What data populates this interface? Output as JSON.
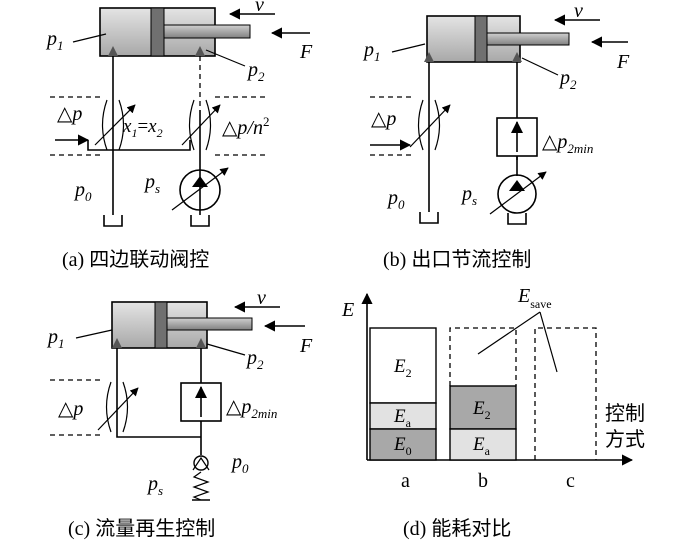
{
  "panels": {
    "a": {
      "caption": "(a) 四边联动阀控",
      "p1": "p",
      "p1_sub": "1",
      "p2": "p",
      "p2_sub": "2",
      "v": "v",
      "F": "F",
      "dp": "△p",
      "eq_x1": "x",
      "eq_x1_sub": "1",
      "eq_eq": "=",
      "eq_x2": "x",
      "eq_x2_sub": "2",
      "dp_n2_a": "△p/n",
      "dp_n2_b": "2",
      "p0": "p",
      "p0_sub": "0",
      "ps": "p",
      "ps_sub": "s"
    },
    "b": {
      "caption": "(b) 出口节流控制",
      "p1": "p",
      "p1_sub": "1",
      "p2": "p",
      "p2_sub": "2",
      "v": "v",
      "F": "F",
      "dp": "△p",
      "dp2min": "△p",
      "dp2min_sub": "2min",
      "p0": "p",
      "p0_sub": "0",
      "ps": "p",
      "ps_sub": "s"
    },
    "c": {
      "caption": "(c) 流量再生控制",
      "p1": "p",
      "p1_sub": "1",
      "p2": "p",
      "p2_sub": "2",
      "v": "v",
      "F": "F",
      "dp": "△p",
      "dp2min": "△p",
      "dp2min_sub": "2min",
      "ps": "p",
      "ps_sub": "s",
      "p0": "p",
      "p0_sub": "0"
    },
    "d": {
      "caption": "(d) 能耗对比",
      "e_axis": "E",
      "esave": "E",
      "esave_sub": "save",
      "e2": "E",
      "e2_sub": "2",
      "ea": "E",
      "ea_sub": "a",
      "e0": "E",
      "e0_sub": "0",
      "axis_label_line1": "控制",
      "axis_label_line2": "方式",
      "cat_a": "a",
      "cat_b": "b",
      "cat_c": "c"
    }
  },
  "colors": {
    "cylinder_body": "#c8c8c8",
    "piston": "#707070",
    "rod": "#9a9a9a",
    "bar_dark": "#a8a8a8",
    "bar_light": "#e2e2e2"
  }
}
